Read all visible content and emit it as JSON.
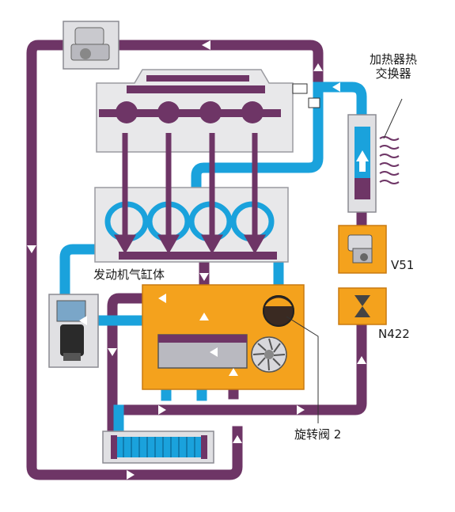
{
  "labels": {
    "heater_heat_exchanger": [
      "加热器热",
      "交换器"
    ],
    "engine_block": "发动机气缸体",
    "v51": "V51",
    "n422": "N422",
    "rotary_valve": "旋转阀 2"
  },
  "colors": {
    "purple_pipe": "#6e3566",
    "blue_pipe": "#1aa2dc",
    "orange_module": "#f4a21d",
    "orange_border": "#c97a10",
    "component_gray": "#d4d4d8",
    "component_stroke": "#8b8b92",
    "arrow": "#ffffff",
    "background": "#ffffff"
  }
}
